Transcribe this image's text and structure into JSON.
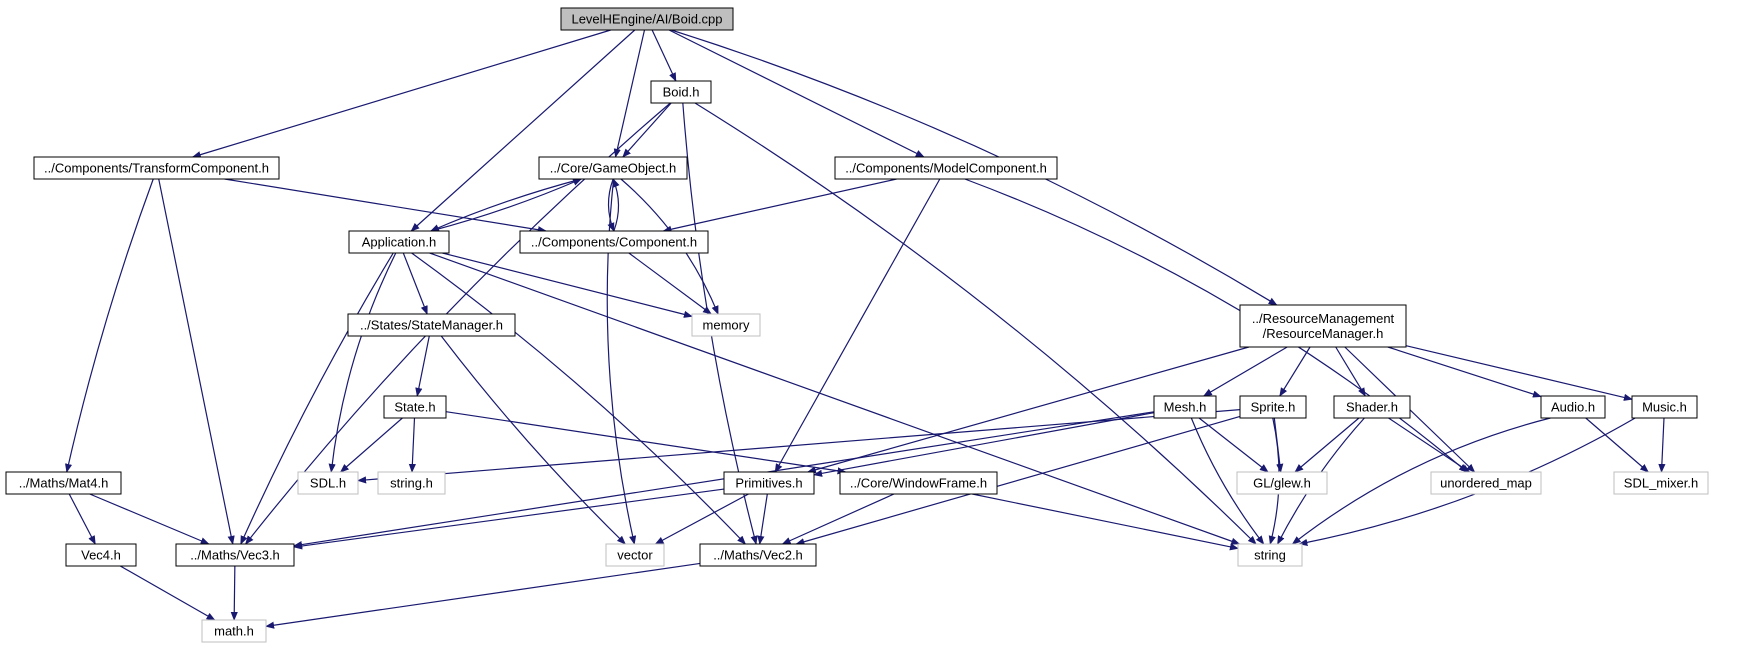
{
  "diagram": {
    "edge_color": "#191970",
    "root_fill": "#bfbfbf",
    "node_border": "#000000",
    "external_border": "#bfbfbf",
    "nodes": [
      {
        "id": "root",
        "label": "LevelHEngine/AI/Boid.cpp",
        "kind": "root"
      },
      {
        "id": "boid_h",
        "label": "Boid.h",
        "kind": "header"
      },
      {
        "id": "transform",
        "label": "../Components/TransformComponent.h",
        "kind": "header"
      },
      {
        "id": "gameobject",
        "label": "../Core/GameObject.h",
        "kind": "header"
      },
      {
        "id": "modelcomp",
        "label": "../Components/ModelComponent.h",
        "kind": "header"
      },
      {
        "id": "application",
        "label": "Application.h",
        "kind": "header"
      },
      {
        "id": "component",
        "label": "../Components/Component.h",
        "kind": "header"
      },
      {
        "id": "memory",
        "label": "memory",
        "kind": "external"
      },
      {
        "id": "statemanager",
        "label": "../States/StateManager.h",
        "kind": "header"
      },
      {
        "id": "resourcemgr",
        "label": [
          "../ResourceManagement",
          "/ResourceManager.h"
        ],
        "kind": "header"
      },
      {
        "id": "state",
        "label": "State.h",
        "kind": "header"
      },
      {
        "id": "mesh",
        "label": "Mesh.h",
        "kind": "header"
      },
      {
        "id": "sprite",
        "label": "Sprite.h",
        "kind": "header"
      },
      {
        "id": "shader",
        "label": "Shader.h",
        "kind": "header"
      },
      {
        "id": "audio",
        "label": "Audio.h",
        "kind": "header"
      },
      {
        "id": "music",
        "label": "Music.h",
        "kind": "header"
      },
      {
        "id": "mat4",
        "label": "../Maths/Mat4.h",
        "kind": "header"
      },
      {
        "id": "sdl",
        "label": "SDL.h",
        "kind": "external"
      },
      {
        "id": "stringh",
        "label": "string.h",
        "kind": "external"
      },
      {
        "id": "primitives",
        "label": "Primitives.h",
        "kind": "header"
      },
      {
        "id": "windowframe",
        "label": "../Core/WindowFrame.h",
        "kind": "header"
      },
      {
        "id": "glew",
        "label": "GL/glew.h",
        "kind": "external"
      },
      {
        "id": "unordered",
        "label": "unordered_map",
        "kind": "external"
      },
      {
        "id": "sdlmixer",
        "label": "SDL_mixer.h",
        "kind": "external"
      },
      {
        "id": "vec4",
        "label": "Vec4.h",
        "kind": "header"
      },
      {
        "id": "vec3",
        "label": "../Maths/Vec3.h",
        "kind": "header"
      },
      {
        "id": "vector",
        "label": "vector",
        "kind": "external"
      },
      {
        "id": "vec2",
        "label": "../Maths/Vec2.h",
        "kind": "header"
      },
      {
        "id": "string",
        "label": "string",
        "kind": "external"
      },
      {
        "id": "mathh",
        "label": "math.h",
        "kind": "external"
      }
    ],
    "edges": [
      {
        "from": "root",
        "to": "boid_h"
      },
      {
        "from": "root",
        "to": "transform"
      },
      {
        "from": "root",
        "to": "gameobject"
      },
      {
        "from": "root",
        "to": "application"
      },
      {
        "from": "root",
        "to": "modelcomp"
      },
      {
        "from": "root",
        "to": "resourcemgr"
      },
      {
        "from": "boid_h",
        "to": "gameobject"
      },
      {
        "from": "boid_h",
        "to": "vec3"
      },
      {
        "from": "boid_h",
        "to": "vec2"
      },
      {
        "from": "boid_h",
        "to": "string"
      },
      {
        "from": "transform",
        "to": "component"
      },
      {
        "from": "transform",
        "to": "mat4"
      },
      {
        "from": "transform",
        "to": "vec3"
      },
      {
        "from": "gameobject",
        "to": "application"
      },
      {
        "from": "gameobject",
        "to": "component"
      },
      {
        "from": "gameobject",
        "to": "memory"
      },
      {
        "from": "gameobject",
        "to": "vector"
      },
      {
        "from": "application",
        "to": "gameobject"
      },
      {
        "from": "application",
        "to": "statemanager"
      },
      {
        "from": "application",
        "to": "memory"
      },
      {
        "from": "application",
        "to": "sdl"
      },
      {
        "from": "application",
        "to": "vec3"
      },
      {
        "from": "application",
        "to": "vec2"
      },
      {
        "from": "application",
        "to": "string"
      },
      {
        "from": "component",
        "to": "gameobject"
      },
      {
        "from": "component",
        "to": "memory"
      },
      {
        "from": "modelcomp",
        "to": "component"
      },
      {
        "from": "modelcomp",
        "to": "primitives"
      },
      {
        "from": "modelcomp",
        "to": "unordered"
      },
      {
        "from": "statemanager",
        "to": "state"
      },
      {
        "from": "statemanager",
        "to": "vector"
      },
      {
        "from": "state",
        "to": "sdl"
      },
      {
        "from": "state",
        "to": "stringh"
      },
      {
        "from": "state",
        "to": "windowframe"
      },
      {
        "from": "resourcemgr",
        "to": "mesh"
      },
      {
        "from": "resourcemgr",
        "to": "sprite"
      },
      {
        "from": "resourcemgr",
        "to": "shader"
      },
      {
        "from": "resourcemgr",
        "to": "audio"
      },
      {
        "from": "resourcemgr",
        "to": "music"
      },
      {
        "from": "resourcemgr",
        "to": "unordered"
      },
      {
        "from": "resourcemgr",
        "to": "primitives"
      },
      {
        "from": "mesh",
        "to": "primitives"
      },
      {
        "from": "mesh",
        "to": "vec3"
      },
      {
        "from": "mesh",
        "to": "glew"
      },
      {
        "from": "mesh",
        "to": "string"
      },
      {
        "from": "sprite",
        "to": "sdl"
      },
      {
        "from": "sprite",
        "to": "glew"
      },
      {
        "from": "sprite",
        "to": "vec2"
      },
      {
        "from": "sprite",
        "to": "string"
      },
      {
        "from": "shader",
        "to": "glew"
      },
      {
        "from": "shader",
        "to": "string"
      },
      {
        "from": "shader",
        "to": "unordered"
      },
      {
        "from": "audio",
        "to": "sdlmixer"
      },
      {
        "from": "audio",
        "to": "string"
      },
      {
        "from": "music",
        "to": "sdlmixer"
      },
      {
        "from": "music",
        "to": "string"
      },
      {
        "from": "mat4",
        "to": "vec4"
      },
      {
        "from": "mat4",
        "to": "vec3"
      },
      {
        "from": "primitives",
        "to": "vec3"
      },
      {
        "from": "primitives",
        "to": "vec2"
      },
      {
        "from": "primitives",
        "to": "vector"
      },
      {
        "from": "windowframe",
        "to": "vec2"
      },
      {
        "from": "windowframe",
        "to": "string"
      },
      {
        "from": "vec4",
        "to": "mathh"
      },
      {
        "from": "vec3",
        "to": "mathh"
      },
      {
        "from": "vec2",
        "to": "mathh"
      }
    ]
  }
}
